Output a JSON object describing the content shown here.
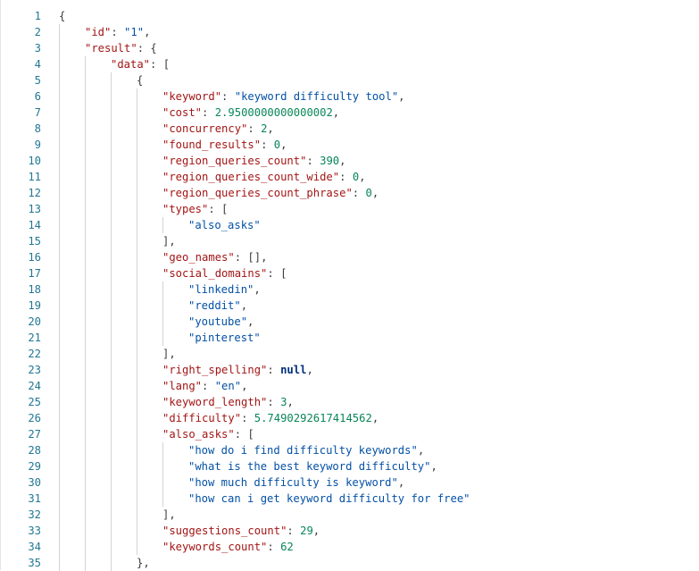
{
  "editor": {
    "language": "json",
    "lines": [
      {
        "n": "1",
        "indent": 0,
        "tokens": [
          [
            "p",
            "{"
          ]
        ]
      },
      {
        "n": "2",
        "indent": 1,
        "tokens": [
          [
            "k",
            "\"id\""
          ],
          [
            "p",
            ": "
          ],
          [
            "s",
            "\"1\""
          ],
          [
            "p",
            ","
          ]
        ]
      },
      {
        "n": "3",
        "indent": 1,
        "tokens": [
          [
            "k",
            "\"result\""
          ],
          [
            "p",
            ": {"
          ]
        ]
      },
      {
        "n": "4",
        "indent": 2,
        "tokens": [
          [
            "k",
            "\"data\""
          ],
          [
            "p",
            ": ["
          ]
        ]
      },
      {
        "n": "5",
        "indent": 3,
        "tokens": [
          [
            "p",
            "{"
          ]
        ]
      },
      {
        "n": "6",
        "indent": 4,
        "tokens": [
          [
            "k",
            "\"keyword\""
          ],
          [
            "p",
            ": "
          ],
          [
            "s",
            "\"keyword difficulty tool\""
          ],
          [
            "p",
            ","
          ]
        ]
      },
      {
        "n": "7",
        "indent": 4,
        "tokens": [
          [
            "k",
            "\"cost\""
          ],
          [
            "p",
            ": "
          ],
          [
            "n",
            "2.9500000000000002"
          ],
          [
            "p",
            ","
          ]
        ]
      },
      {
        "n": "8",
        "indent": 4,
        "tokens": [
          [
            "k",
            "\"concurrency\""
          ],
          [
            "p",
            ": "
          ],
          [
            "n",
            "2"
          ],
          [
            "p",
            ","
          ]
        ]
      },
      {
        "n": "9",
        "indent": 4,
        "tokens": [
          [
            "k",
            "\"found_results\""
          ],
          [
            "p",
            ": "
          ],
          [
            "n",
            "0"
          ],
          [
            "p",
            ","
          ]
        ]
      },
      {
        "n": "10",
        "indent": 4,
        "tokens": [
          [
            "k",
            "\"region_queries_count\""
          ],
          [
            "p",
            ": "
          ],
          [
            "n",
            "390"
          ],
          [
            "p",
            ","
          ]
        ]
      },
      {
        "n": "11",
        "indent": 4,
        "tokens": [
          [
            "k",
            "\"region_queries_count_wide\""
          ],
          [
            "p",
            ": "
          ],
          [
            "n",
            "0"
          ],
          [
            "p",
            ","
          ]
        ]
      },
      {
        "n": "12",
        "indent": 4,
        "tokens": [
          [
            "k",
            "\"region_queries_count_phrase\""
          ],
          [
            "p",
            ": "
          ],
          [
            "n",
            "0"
          ],
          [
            "p",
            ","
          ]
        ]
      },
      {
        "n": "13",
        "indent": 4,
        "tokens": [
          [
            "k",
            "\"types\""
          ],
          [
            "p",
            ": ["
          ]
        ]
      },
      {
        "n": "14",
        "indent": 5,
        "tokens": [
          [
            "s",
            "\"also_asks\""
          ]
        ]
      },
      {
        "n": "15",
        "indent": 4,
        "tokens": [
          [
            "p",
            "],"
          ]
        ]
      },
      {
        "n": "16",
        "indent": 4,
        "tokens": [
          [
            "k",
            "\"geo_names\""
          ],
          [
            "p",
            ": [],"
          ]
        ]
      },
      {
        "n": "17",
        "indent": 4,
        "tokens": [
          [
            "k",
            "\"social_domains\""
          ],
          [
            "p",
            ": ["
          ]
        ]
      },
      {
        "n": "18",
        "indent": 5,
        "tokens": [
          [
            "s",
            "\"linkedin\""
          ],
          [
            "p",
            ","
          ]
        ]
      },
      {
        "n": "19",
        "indent": 5,
        "tokens": [
          [
            "s",
            "\"reddit\""
          ],
          [
            "p",
            ","
          ]
        ]
      },
      {
        "n": "20",
        "indent": 5,
        "tokens": [
          [
            "s",
            "\"youtube\""
          ],
          [
            "p",
            ","
          ]
        ]
      },
      {
        "n": "21",
        "indent": 5,
        "tokens": [
          [
            "s",
            "\"pinterest\""
          ]
        ]
      },
      {
        "n": "22",
        "indent": 4,
        "tokens": [
          [
            "p",
            "],"
          ]
        ]
      },
      {
        "n": "23",
        "indent": 4,
        "tokens": [
          [
            "k",
            "\"right_spelling\""
          ],
          [
            "p",
            ": "
          ],
          [
            "b",
            "null"
          ],
          [
            "p",
            ","
          ]
        ]
      },
      {
        "n": "24",
        "indent": 4,
        "tokens": [
          [
            "k",
            "\"lang\""
          ],
          [
            "p",
            ": "
          ],
          [
            "s",
            "\"en\""
          ],
          [
            "p",
            ","
          ]
        ]
      },
      {
        "n": "25",
        "indent": 4,
        "tokens": [
          [
            "k",
            "\"keyword_length\""
          ],
          [
            "p",
            ": "
          ],
          [
            "n",
            "3"
          ],
          [
            "p",
            ","
          ]
        ]
      },
      {
        "n": "26",
        "indent": 4,
        "tokens": [
          [
            "k",
            "\"difficulty\""
          ],
          [
            "p",
            ": "
          ],
          [
            "n",
            "5.7490292617414562"
          ],
          [
            "p",
            ","
          ]
        ]
      },
      {
        "n": "27",
        "indent": 4,
        "tokens": [
          [
            "k",
            "\"also_asks\""
          ],
          [
            "p",
            ": ["
          ]
        ]
      },
      {
        "n": "28",
        "indent": 5,
        "tokens": [
          [
            "s",
            "\"how do i find difficulty keywords\""
          ],
          [
            "p",
            ","
          ]
        ]
      },
      {
        "n": "29",
        "indent": 5,
        "tokens": [
          [
            "s",
            "\"what is the best keyword difficulty\""
          ],
          [
            "p",
            ","
          ]
        ]
      },
      {
        "n": "30",
        "indent": 5,
        "tokens": [
          [
            "s",
            "\"how much difficulty is keyword\""
          ],
          [
            "p",
            ","
          ]
        ]
      },
      {
        "n": "31",
        "indent": 5,
        "tokens": [
          [
            "s",
            "\"how can i get keyword difficulty for free\""
          ]
        ]
      },
      {
        "n": "32",
        "indent": 4,
        "tokens": [
          [
            "p",
            "],"
          ]
        ]
      },
      {
        "n": "33",
        "indent": 4,
        "tokens": [
          [
            "k",
            "\"suggestions_count\""
          ],
          [
            "p",
            ": "
          ],
          [
            "n",
            "29"
          ],
          [
            "p",
            ","
          ]
        ]
      },
      {
        "n": "34",
        "indent": 4,
        "tokens": [
          [
            "k",
            "\"keywords_count\""
          ],
          [
            "p",
            ": "
          ],
          [
            "n",
            "62"
          ]
        ]
      },
      {
        "n": "35",
        "indent": 3,
        "tokens": [
          [
            "p",
            "},"
          ]
        ]
      }
    ]
  }
}
